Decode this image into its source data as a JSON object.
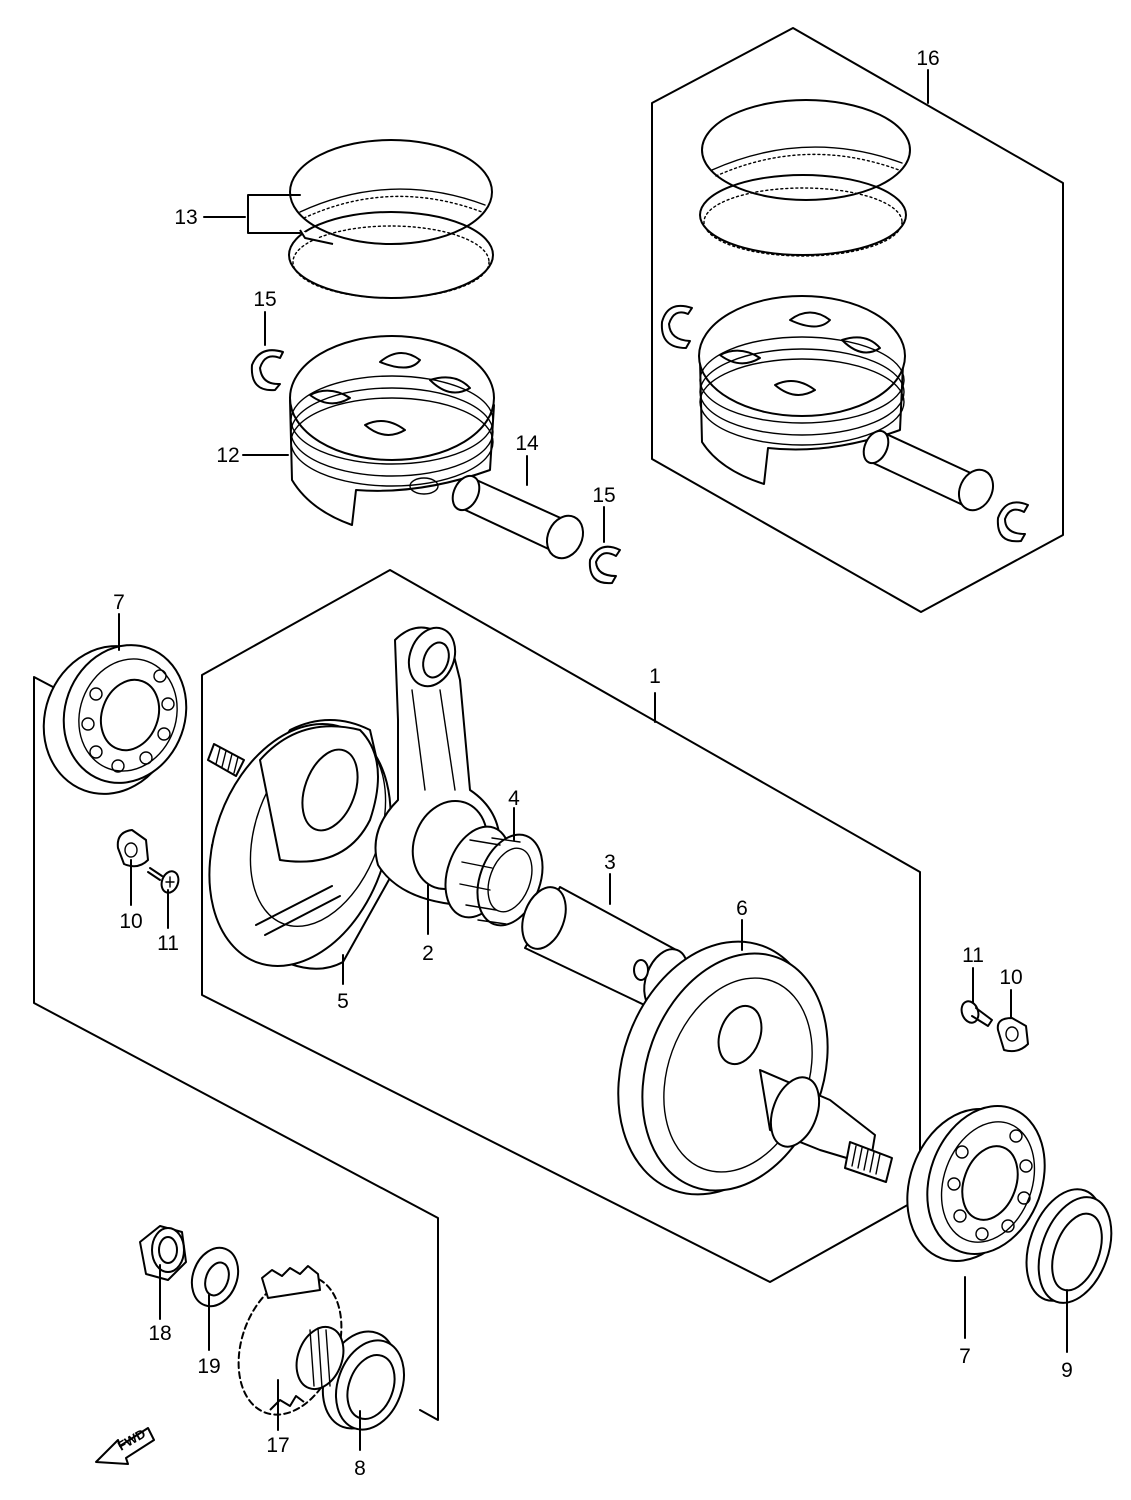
{
  "labels": {
    "p1": "1",
    "p2": "2",
    "p3": "3",
    "p4": "4",
    "p5": "5",
    "p6": "6",
    "p7a": "7",
    "p7b": "7",
    "p8": "8",
    "p9": "9",
    "p10a": "10",
    "p10b": "10",
    "p11a": "11",
    "p11b": "11",
    "p12": "12",
    "p13": "13",
    "p14": "14",
    "p15a": "15",
    "p15b": "15",
    "p16": "16",
    "p17": "17",
    "p18": "18",
    "p19": "19"
  },
  "fwd_arrow": "FWD"
}
